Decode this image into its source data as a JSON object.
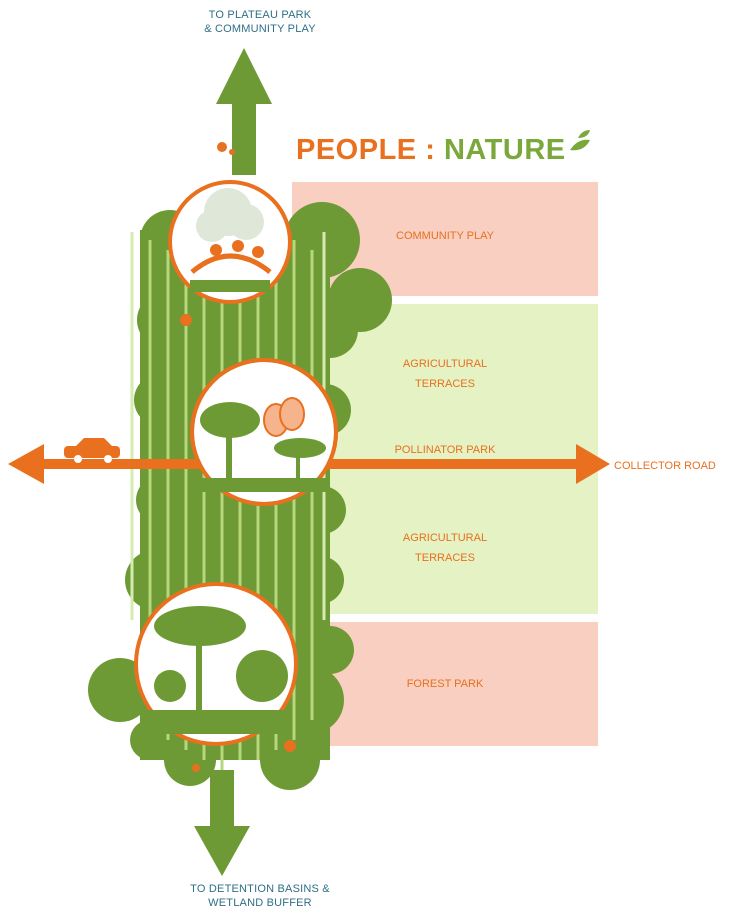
{
  "top_label": {
    "line1": "TO PLATEAU PARK",
    "line2": "& COMMUNITY PLAY"
  },
  "title": {
    "people": "PEOPLE",
    "sep": ":",
    "nature": "NATURE"
  },
  "zones": [
    {
      "id": "community",
      "label": "COMMUNITY PLAY",
      "color": "#f8cfc0"
    },
    {
      "id": "ag1",
      "label": "AGRICULTURAL TERRACES",
      "color": "#e4f2c4"
    },
    {
      "id": "pollinator",
      "label": "POLLINATOR PARK",
      "color": "#e4f2c4"
    },
    {
      "id": "ag2",
      "label": "AGRICULTURAL TERRACES",
      "color": "#e4f2c4"
    },
    {
      "id": "forest",
      "label": "FOREST PARK",
      "color": "#f8cfc0"
    }
  ],
  "road_label": "COLLECTOR ROAD",
  "bottom_label": {
    "line1": "TO DETENTION BASINS &",
    "line2": "WETLAND BUFFER"
  },
  "colors": {
    "green": "#6d9a35",
    "light_green": "#8bb84a",
    "orange": "#e8701e",
    "teal": "#2f6f86"
  },
  "icons": [
    "car-icon",
    "butterfly-icon",
    "people-icon",
    "acacia-tree-icon",
    "forest-icon"
  ]
}
